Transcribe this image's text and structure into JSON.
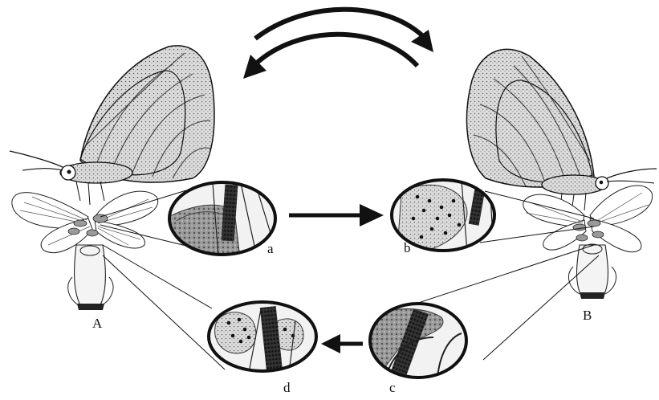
{
  "labels": {
    "flower_a": "A",
    "flower_b": "B",
    "inset_a": "a",
    "inset_b": "b",
    "inset_c": "c",
    "inset_d": "d"
  },
  "colors": {
    "ink": "#111111",
    "shade": "#8a8a8a",
    "light": "#d8d8d8",
    "dots": "#1a1a1a"
  },
  "icons": {
    "cycle_arrows": "double-curved-arrow-icon",
    "forward_arrow": "right-arrow-icon",
    "back_arrow": "left-arrow-icon"
  }
}
